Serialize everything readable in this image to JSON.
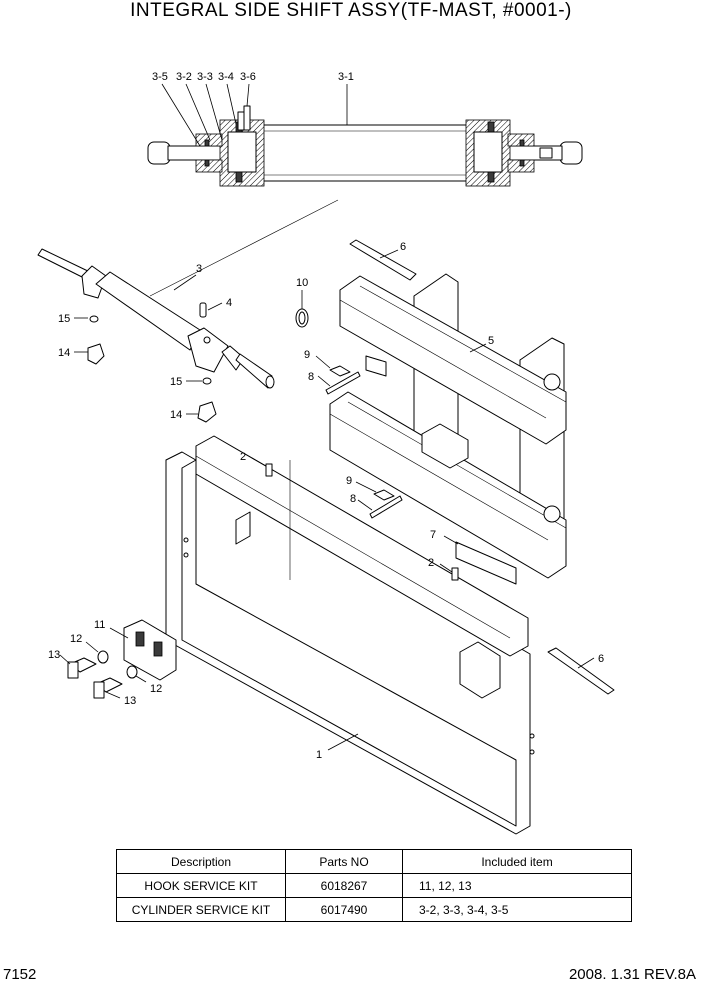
{
  "title": "INTEGRAL SIDE SHIFT ASSY(TF-MAST, #0001-)",
  "callouts": {
    "c3_5": "3-5",
    "c3_2": "3-2",
    "c3_3": "3-3",
    "c3_4": "3-4",
    "c3_6": "3-6",
    "c3_1": "3-1",
    "c3": "3",
    "c4": "4",
    "c15a": "15",
    "c14a": "14",
    "c15b": "15",
    "c14b": "14",
    "c10": "10",
    "c6a": "6",
    "c5": "5",
    "c9a": "9",
    "c8a": "8",
    "c2a": "2",
    "c9b": "9",
    "c8b": "8",
    "c7": "7",
    "c2b": "2",
    "c11": "11",
    "c12a": "12",
    "c13a": "13",
    "c12b": "12",
    "c13b": "13",
    "c6b": "6",
    "c1": "1"
  },
  "table": {
    "headers": [
      "Description",
      "Parts NO",
      "Included item"
    ],
    "rows": [
      [
        "HOOK SERVICE KIT",
        "6018267",
        "11, 12, 13"
      ],
      [
        "CYLINDER SERVICE KIT",
        "6017490",
        "3-2, 3-3, 3-4, 3-5"
      ]
    ]
  },
  "footer": {
    "page": "7152",
    "revision": "2008. 1.31  REV.8A"
  }
}
